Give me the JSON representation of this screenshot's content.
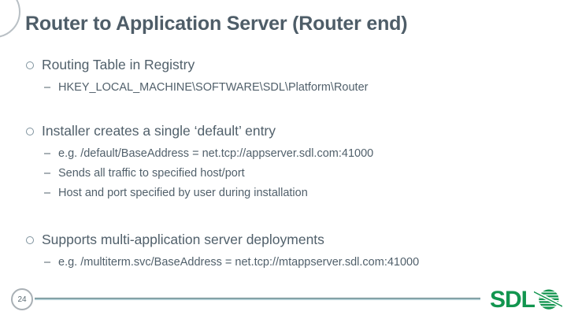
{
  "slide": {
    "title": "Router to Application Server (Router end)",
    "page_number": "24",
    "logo_text": "SDL",
    "sub_bullet_marker": "–",
    "colors": {
      "title_text": "#4e5d68",
      "body_text": "#51606B",
      "accent_green": "#12954F",
      "footer_line_dark": "#5e7d80",
      "footer_line_light": "#abc8cf"
    },
    "bullets": [
      {
        "label": "Routing Table in Registry",
        "subs": [
          "HKEY_LOCAL_MACHINE\\SOFTWARE\\SDL\\Platform\\Router"
        ]
      },
      {
        "label": "Installer creates a single ‘default’ entry",
        "subs": [
          "e.g. /default/BaseAddress = net.tcp://appserver.sdl.com:41000",
          "Sends all traffic to specified host/port",
          "Host and port specified by user during installation"
        ]
      },
      {
        "label": "Supports multi-application server deployments",
        "subs": [
          "e.g. /multiterm.svc/BaseAddress = net.tcp://mtappserver.sdl.com:41000"
        ]
      }
    ]
  }
}
